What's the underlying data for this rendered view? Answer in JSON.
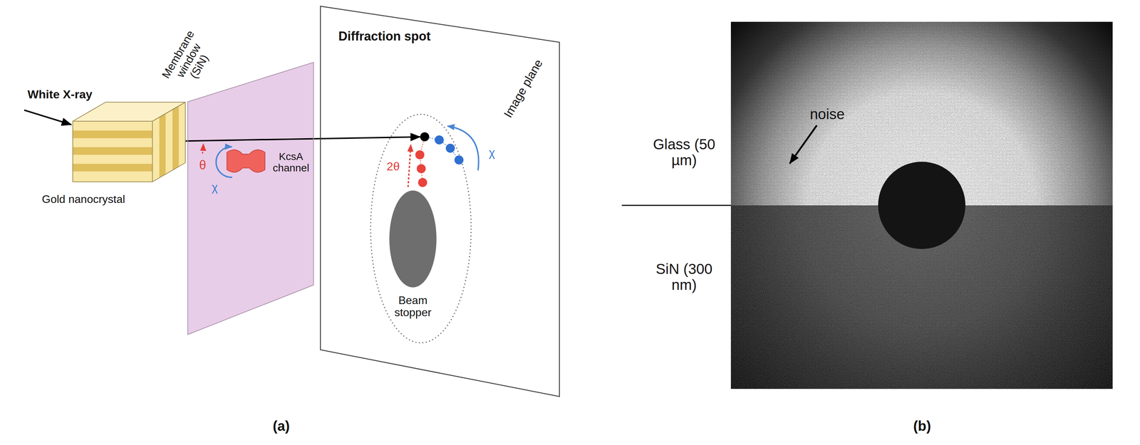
{
  "diagram": {
    "nodes": [
      {
        "text": [
          "Gold nanocrystal"
        ]
      },
      {
        "text": [
          "Membrane window (SiN)"
        ]
      },
      {
        "text": [
          "KcsA channel"
        ],
        "in": 1
      },
      {
        "text": [
          "Image plane"
        ]
      },
      {
        "text": [
          "Diffraction spot"
        ],
        "in": 3
      },
      {
        "text": [
          "Beam stopper"
        ],
        "in": 3
      }
    ],
    "edges": [
      {
        "from": 0,
        "to": 4,
        "arrow": "to"
      }
    ],
    "labels": [
      "White X-ray",
      "θ",
      "χ",
      "2θ",
      "χ",
      "(a)",
      "Glass (50 µm)",
      "noise",
      "SiN (300 nm)",
      "(b)"
    ]
  }
}
